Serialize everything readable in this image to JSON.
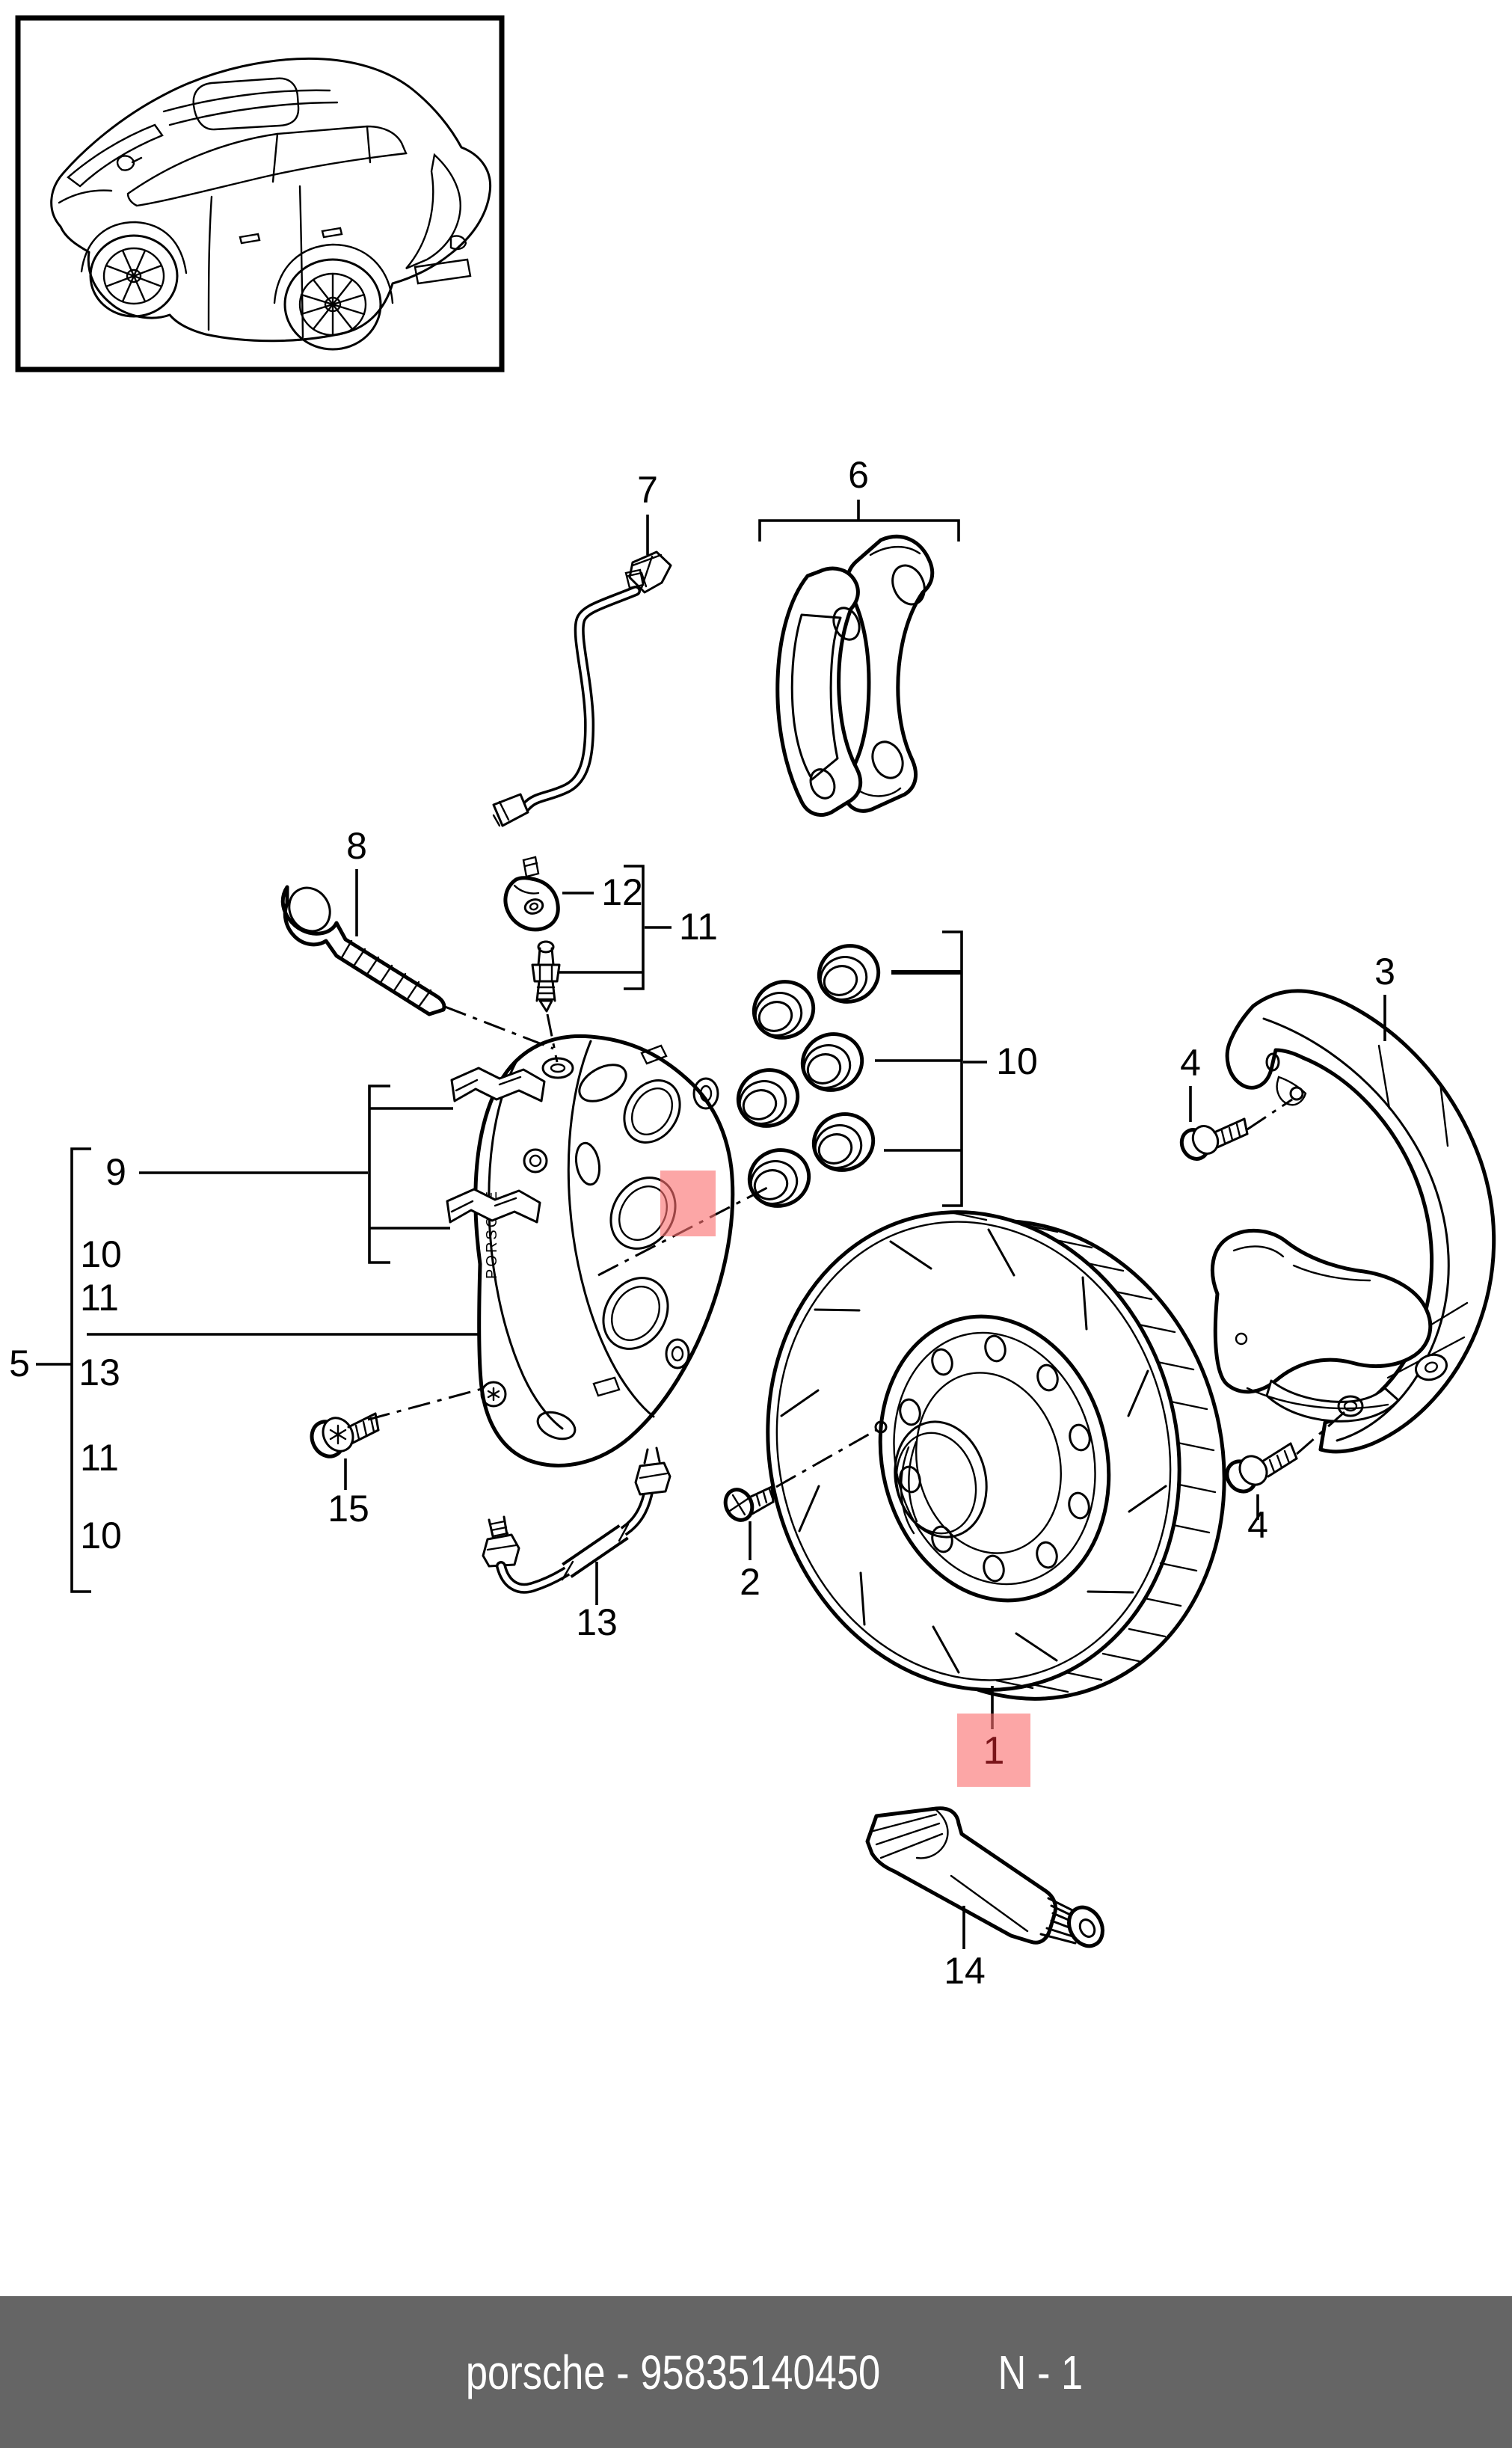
{
  "footer": {
    "left": "porsche - 95835140450",
    "right": "N - 1"
  },
  "colors": {
    "ink": "#000000",
    "paper": "#ffffff",
    "footer_bg": "#656565",
    "highlight": "#fa7070",
    "highlight_digit": "#7a1419"
  },
  "car_inset": {
    "icon": "suv-rear-top-line-drawing"
  },
  "caliper_brand": "PORSCHE",
  "callouts": [
    {
      "n": "7"
    },
    {
      "n": "6"
    },
    {
      "n": "8"
    },
    {
      "n": "12"
    },
    {
      "n": "11"
    },
    {
      "n": "10"
    },
    {
      "n": "3"
    },
    {
      "n": "4"
    },
    {
      "n": "4"
    },
    {
      "n": "9"
    },
    {
      "n": "10"
    },
    {
      "n": "11"
    },
    {
      "n": "5"
    },
    {
      "n": "13"
    },
    {
      "n": "11"
    },
    {
      "n": "10"
    },
    {
      "n": "15"
    },
    {
      "n": "13"
    },
    {
      "n": "2"
    },
    {
      "n": "14"
    },
    {
      "n": "1"
    }
  ]
}
